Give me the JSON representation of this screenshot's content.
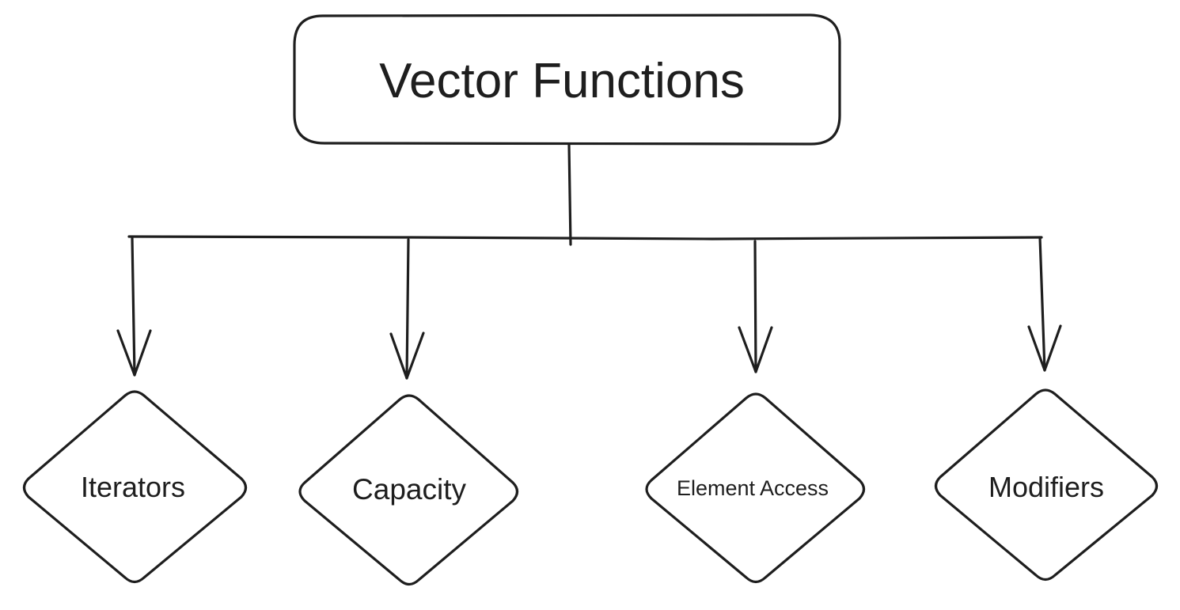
{
  "diagram": {
    "root": {
      "label": "Vector Functions"
    },
    "children": [
      {
        "label": "Iterators"
      },
      {
        "label": "Capacity"
      },
      {
        "label": "Element Access"
      },
      {
        "label": "Modifiers"
      }
    ],
    "colors": {
      "stroke": "#1e1e1e",
      "background": "#ffffff"
    }
  }
}
